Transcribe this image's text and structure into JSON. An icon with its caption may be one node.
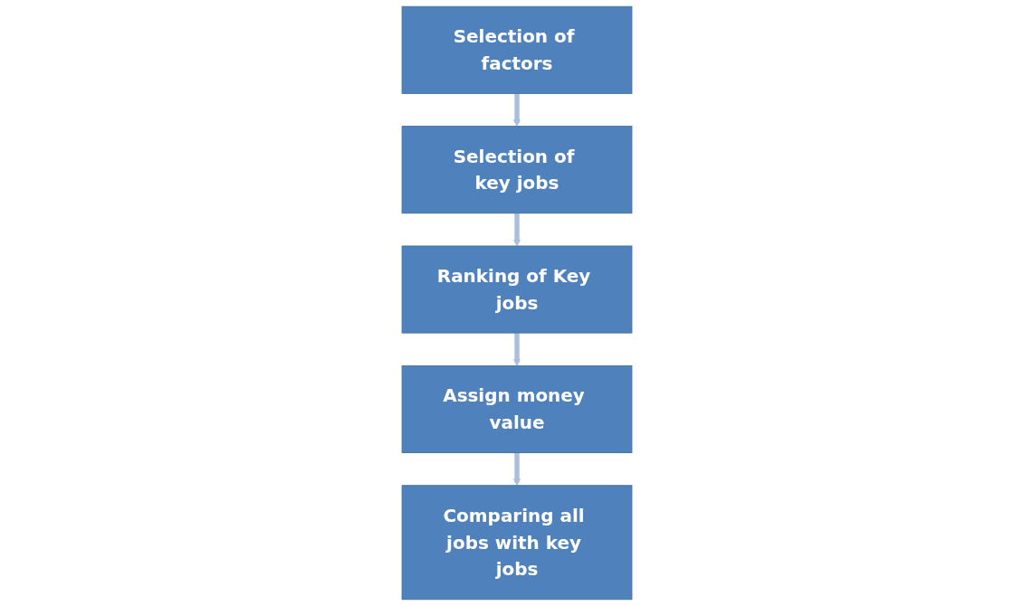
{
  "diagram": {
    "nodes": [
      {
        "text": [
          "Selection of factors"
        ]
      },
      {
        "text": [
          "Selection of key jobs"
        ]
      },
      {
        "text": [
          "Ranking of Key jobs"
        ]
      },
      {
        "text": [
          "Assign money value"
        ]
      },
      {
        "text": [
          "Comparing all jobs with key jobs"
        ]
      }
    ],
    "edges": [
      {
        "from": 0,
        "to": 1,
        "arrow": "to"
      },
      {
        "from": 1,
        "to": 2,
        "arrow": "to"
      },
      {
        "from": 2,
        "to": 3,
        "arrow": "to"
      },
      {
        "from": 3,
        "to": 4,
        "arrow": "to"
      }
    ]
  }
}
